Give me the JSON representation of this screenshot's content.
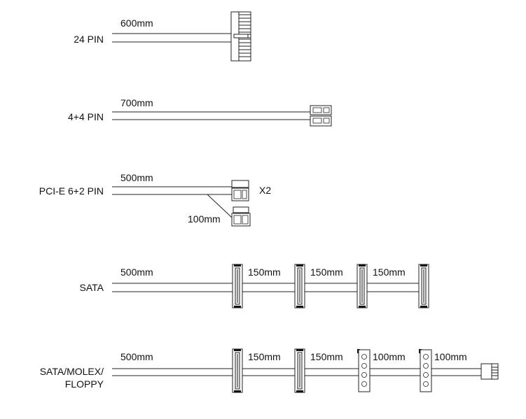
{
  "colors": {
    "line": "#222222",
    "text": "#111111",
    "background": "#ffffff"
  },
  "cables": [
    {
      "label_lines": [
        "24 PIN"
      ],
      "segments": [
        "600mm"
      ]
    },
    {
      "label_lines": [
        "4+4 PIN"
      ],
      "segments": [
        "700mm"
      ]
    },
    {
      "label_lines": [
        "PCI-E 6+2 PIN"
      ],
      "segments": [
        "500mm",
        "100mm"
      ],
      "multiplier": "X2"
    },
    {
      "label_lines": [
        "SATA"
      ],
      "segments": [
        "500mm",
        "150mm",
        "150mm",
        "150mm"
      ]
    },
    {
      "label_lines": [
        "SATA/MOLEX/",
        "FLOPPY"
      ],
      "segments": [
        "500mm",
        "150mm",
        "150mm",
        "100mm",
        "100mm"
      ]
    }
  ]
}
